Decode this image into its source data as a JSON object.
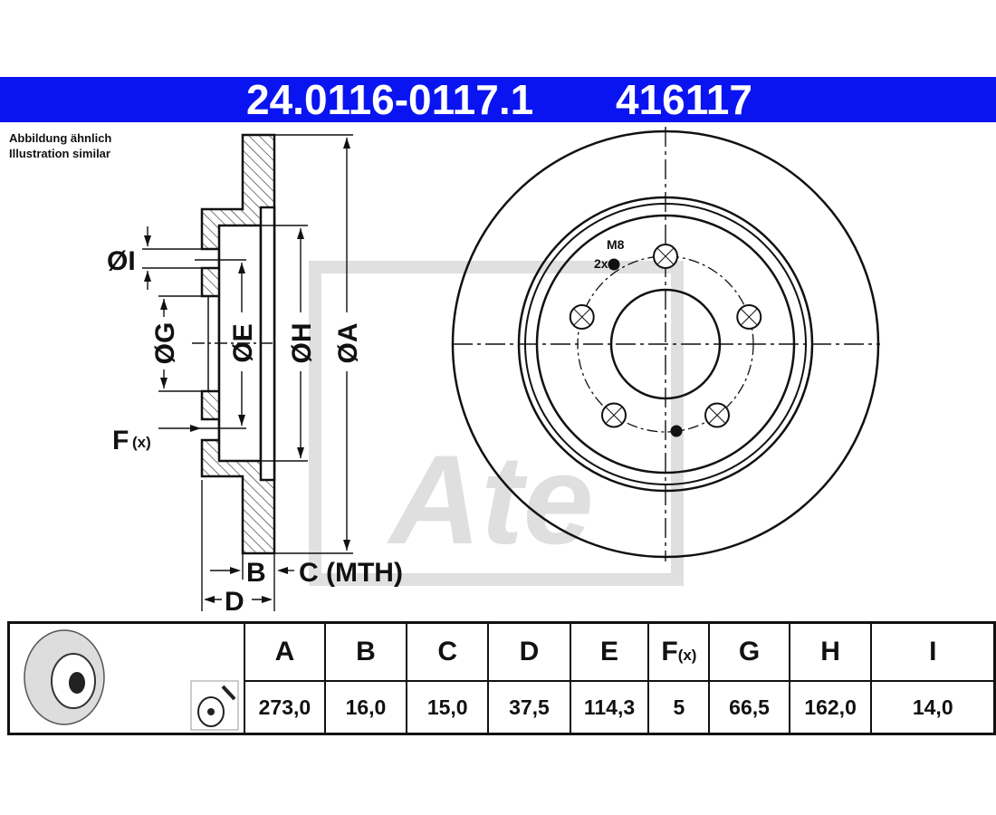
{
  "header": {
    "part_number": "24.0116-0117.1",
    "article_number": "416117",
    "color": "#0a14f0"
  },
  "note": {
    "line1": "Abbildung ähnlich",
    "line2": "Illustration similar"
  },
  "section_labels": {
    "I": "ØI",
    "G": "ØG",
    "E": "ØE",
    "H": "ØH",
    "A": "ØA",
    "F": "F",
    "F_sub": "(x)",
    "B": "B",
    "C": "C (MTH)",
    "D": "D"
  },
  "front_view": {
    "thread_label": "M8",
    "thread_count": "2x",
    "bolt_holes": 5
  },
  "table": {
    "columns": [
      {
        "key": "A",
        "value": "273,0"
      },
      {
        "key": "B",
        "value": "16,0"
      },
      {
        "key": "C",
        "value": "15,0"
      },
      {
        "key": "D",
        "value": "37,5"
      },
      {
        "key": "E",
        "value": "114,3"
      },
      {
        "key": "F",
        "sub": "(x)",
        "value": "5"
      },
      {
        "key": "G",
        "value": "66,5"
      },
      {
        "key": "H",
        "value": "162,0"
      },
      {
        "key": "I",
        "value": "14,0"
      }
    ]
  }
}
